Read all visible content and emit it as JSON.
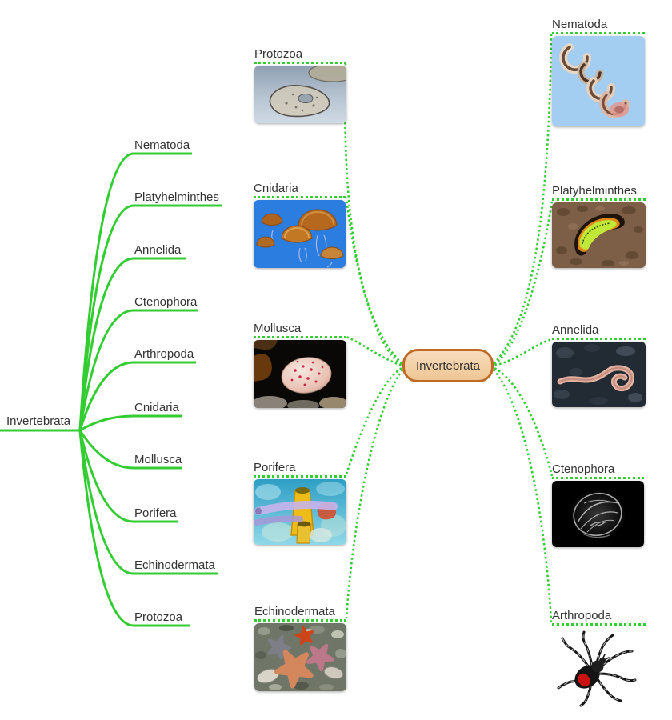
{
  "colors": {
    "branch_green": "#33cc33",
    "root_node_fill": "#f2cfa6",
    "root_node_border": "#bf6b28",
    "label_text": "#333333"
  },
  "left_map": {
    "root_label": "Invertebrata",
    "branches": [
      "Nematoda",
      "Platyhelminthes",
      "Annelida",
      "Ctenophora",
      "Arthropoda",
      "Cnidaria",
      "Mollusca",
      "Porifera",
      "Echinodermata",
      "Protozoa"
    ]
  },
  "right_map": {
    "root_label": "Invertebrata",
    "left_nodes": [
      {
        "label": "Protozoa",
        "image": "paramecium-micrograph"
      },
      {
        "label": "Cnidaria",
        "image": "orange-jellyfish-on-blue"
      },
      {
        "label": "Mollusca",
        "image": "spotted-cowrie-shell"
      },
      {
        "label": "Porifera",
        "image": "colorful-sea-sponges"
      },
      {
        "label": "Echinodermata",
        "image": "starfish-tide-pool"
      }
    ],
    "right_nodes": [
      {
        "label": "Nematoda",
        "image": "coiled-roundworms"
      },
      {
        "label": "Platyhelminthes",
        "image": "green-marine-flatworm"
      },
      {
        "label": "Annelida",
        "image": "earthworm-on-soil"
      },
      {
        "label": "Ctenophora",
        "image": "comb-jelly"
      },
      {
        "label": "Arthropoda",
        "image": "black-widow-spider"
      }
    ]
  }
}
